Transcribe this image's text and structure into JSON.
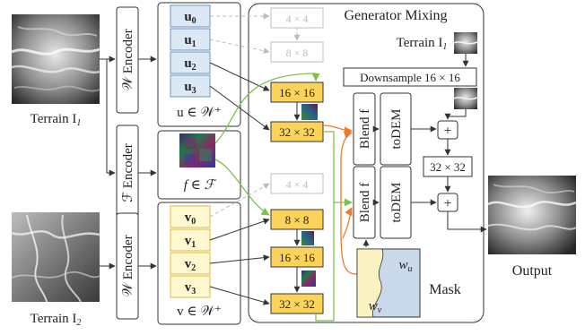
{
  "colors": {
    "stroke": "#333333",
    "blue_fill": "#dbe8f6",
    "blue_stroke": "#6f93c0",
    "yellow_fill": "#fbd35a",
    "yellow_box_fill": "#fff8d0",
    "yellow_stroke": "#c79a1b",
    "green_arrow": "#7fc14a",
    "orange_arrow": "#ee7a2b",
    "gray_dashed": "#bdbdbd",
    "gray_box_text": "#bdbdbd",
    "mask_left": "#fbf2c2",
    "mask_right": "#cad9ea"
  },
  "diagram": {
    "title": "Generator Mixing",
    "terrain1_label": "Terrain I",
    "terrain1_sub": "1",
    "terrain2_label": "Terrain I",
    "terrain2_sub": "2",
    "w_encoder_top": "𝒲 Encoder",
    "f_encoder": "ℱ Encoder",
    "w_encoder_bottom": "𝒲 Encoder",
    "u_codes": [
      "u0",
      "u1",
      "u2",
      "u3"
    ],
    "u_caption": "u ∈ 𝒲⁺",
    "v_codes": [
      "v0",
      "v1",
      "v2",
      "v3"
    ],
    "v_caption": "v ∈ 𝒲⁺",
    "f_caption": "f ∈ ℱ",
    "gen_top_faded": [
      "4 × 4",
      "8 × 8"
    ],
    "gen_top_active": [
      "16 × 16",
      "32 × 32"
    ],
    "gen_bottom_faded": [
      "4 × 4"
    ],
    "gen_bottom_active": [
      "8 × 8",
      "16 × 16",
      "32 × 32"
    ],
    "terrain_i1_small_label": "Terrain I",
    "terrain_i1_small_sub": "1",
    "downsample_label": "Downsample 16 × 16",
    "blend_label": "Blend f",
    "todem_label": "toDEM",
    "plus_symbol": "+",
    "upsample_label": "32 × 32",
    "mask_label": "Mask",
    "w_u": "w",
    "w_u_sub": "u",
    "w_v": "w",
    "w_v_sub": "v",
    "output_label": "Output"
  }
}
